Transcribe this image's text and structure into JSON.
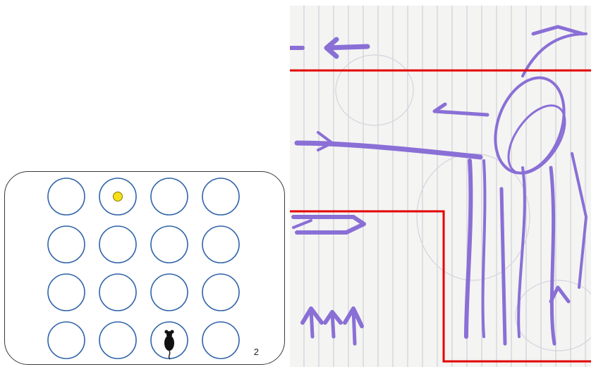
{
  "panel": {
    "page_number": "2",
    "grid": {
      "rows": 4,
      "cols": 4
    },
    "circle_color": "#2f63a8",
    "target": {
      "row": 0,
      "col": 1,
      "color": "#f6e01a"
    },
    "mouse": {
      "row": 3,
      "col": 2,
      "icon": "mouse-icon"
    }
  },
  "sketch": {
    "ink_color": "#8a6fd6",
    "highlight_color": "#e30000",
    "description_icon": "arrows-sketch"
  }
}
